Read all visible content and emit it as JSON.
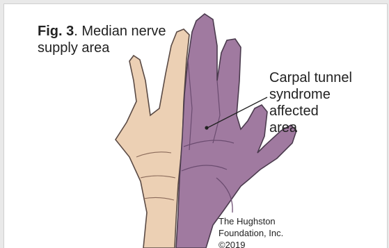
{
  "figure": {
    "label": "Fig. 3",
    "caption_rest": ". Median nerve supply area"
  },
  "callout": {
    "lines": [
      "Carpal tunnel",
      "syndrome affected",
      "area"
    ]
  },
  "credit": {
    "lines": [
      "The Hughston",
      "Foundation, Inc.",
      "©2019"
    ]
  },
  "colors": {
    "skin": "#ecd0b4",
    "skin_outline": "#5a4a44",
    "median_area": "#a07aa0",
    "median_shade": "#8e6690",
    "background": "#ffffff"
  }
}
